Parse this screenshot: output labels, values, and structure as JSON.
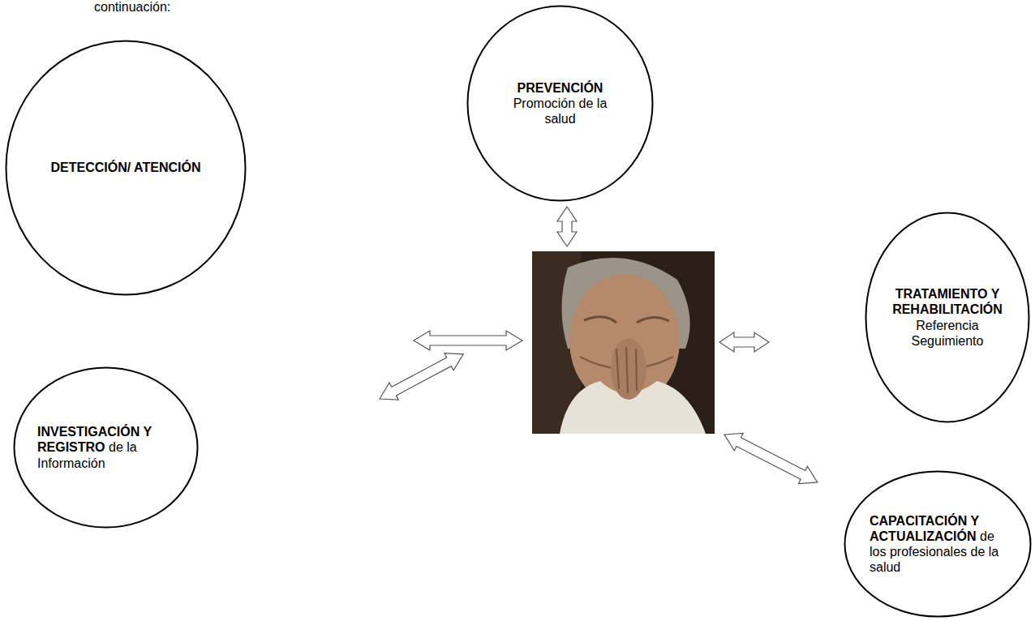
{
  "diagram": {
    "nodes": [
      {
        "text": [
          "PREVENCIÓN",
          "Promoción de la salud"
        ]
      },
      {
        "text": [
          "DETECCIÓN/ ATENCIÓN"
        ]
      },
      {
        "text": [
          "TRATAMIENTO Y REHABILITACIÓN",
          "Referencia Seguimiento"
        ]
      },
      {
        "text": [
          "INVESTIGACIÓN Y REGISTRO",
          "de la Información"
        ]
      },
      {
        "text": [
          "CAPACITACIÓN Y ACTUALIZACIÓN",
          "de los profesionales de la salud"
        ]
      }
    ],
    "labels": [
      "continuación:"
    ]
  }
}
